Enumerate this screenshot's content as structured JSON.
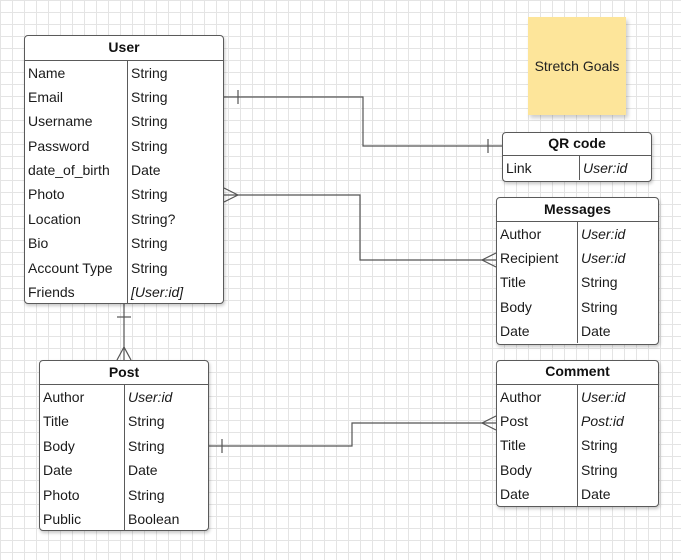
{
  "note": {
    "text": "Stretch Goals"
  },
  "entities": {
    "user": {
      "title": "User",
      "fields": [
        {
          "name": "Name",
          "type": "String"
        },
        {
          "name": "Email",
          "type": "String"
        },
        {
          "name": "Username",
          "type": "String"
        },
        {
          "name": "Password",
          "type": "String"
        },
        {
          "name": "date_of_birth",
          "type": "Date"
        },
        {
          "name": "Photo",
          "type": "String"
        },
        {
          "name": "Location",
          "type": "String?"
        },
        {
          "name": "Bio",
          "type": "String"
        },
        {
          "name": "Account Type",
          "type": "String"
        },
        {
          "name": "Friends",
          "type": "[User:id]",
          "ref": true
        }
      ]
    },
    "qr_code": {
      "title": "QR code",
      "fields": [
        {
          "name": "Link",
          "type": "User:id",
          "ref": true
        }
      ]
    },
    "messages": {
      "title": "Messages",
      "fields": [
        {
          "name": "Author",
          "type": "User:id",
          "ref": true
        },
        {
          "name": "Recipient",
          "type": "User:id",
          "ref": true
        },
        {
          "name": "Title",
          "type": "String"
        },
        {
          "name": "Body",
          "type": "String"
        },
        {
          "name": "Date",
          "type": "Date"
        }
      ]
    },
    "post": {
      "title": "Post",
      "fields": [
        {
          "name": "Author",
          "type": "User:id",
          "ref": true
        },
        {
          "name": "Title",
          "type": "String"
        },
        {
          "name": "Body",
          "type": "String"
        },
        {
          "name": "Date",
          "type": "Date"
        },
        {
          "name": "Photo",
          "type": "String"
        },
        {
          "name": "Public",
          "type": "Boolean"
        }
      ]
    },
    "comment": {
      "title": "Comment",
      "fields": [
        {
          "name": "Author",
          "type": "User:id",
          "ref": true
        },
        {
          "name": "Post",
          "type": "Post:id",
          "ref": true
        },
        {
          "name": "Title",
          "type": "String"
        },
        {
          "name": "Body",
          "type": "String"
        },
        {
          "name": "Date",
          "type": "Date"
        }
      ]
    }
  },
  "relationships": [
    {
      "from": "user",
      "to": "qr_code",
      "from_end": "one",
      "to_end": "one"
    },
    {
      "from": "user",
      "to": "messages",
      "from_end": "many",
      "to_end": "many"
    },
    {
      "from": "user",
      "to": "post",
      "from_end": "one",
      "to_end": "many"
    },
    {
      "from": "post",
      "to": "comment",
      "from_end": "one",
      "to_end": "many"
    }
  ],
  "colors": {
    "border": "#5a5a5a",
    "line": "#555555",
    "note": "#fde59a",
    "grid": "#e4e4e4"
  }
}
